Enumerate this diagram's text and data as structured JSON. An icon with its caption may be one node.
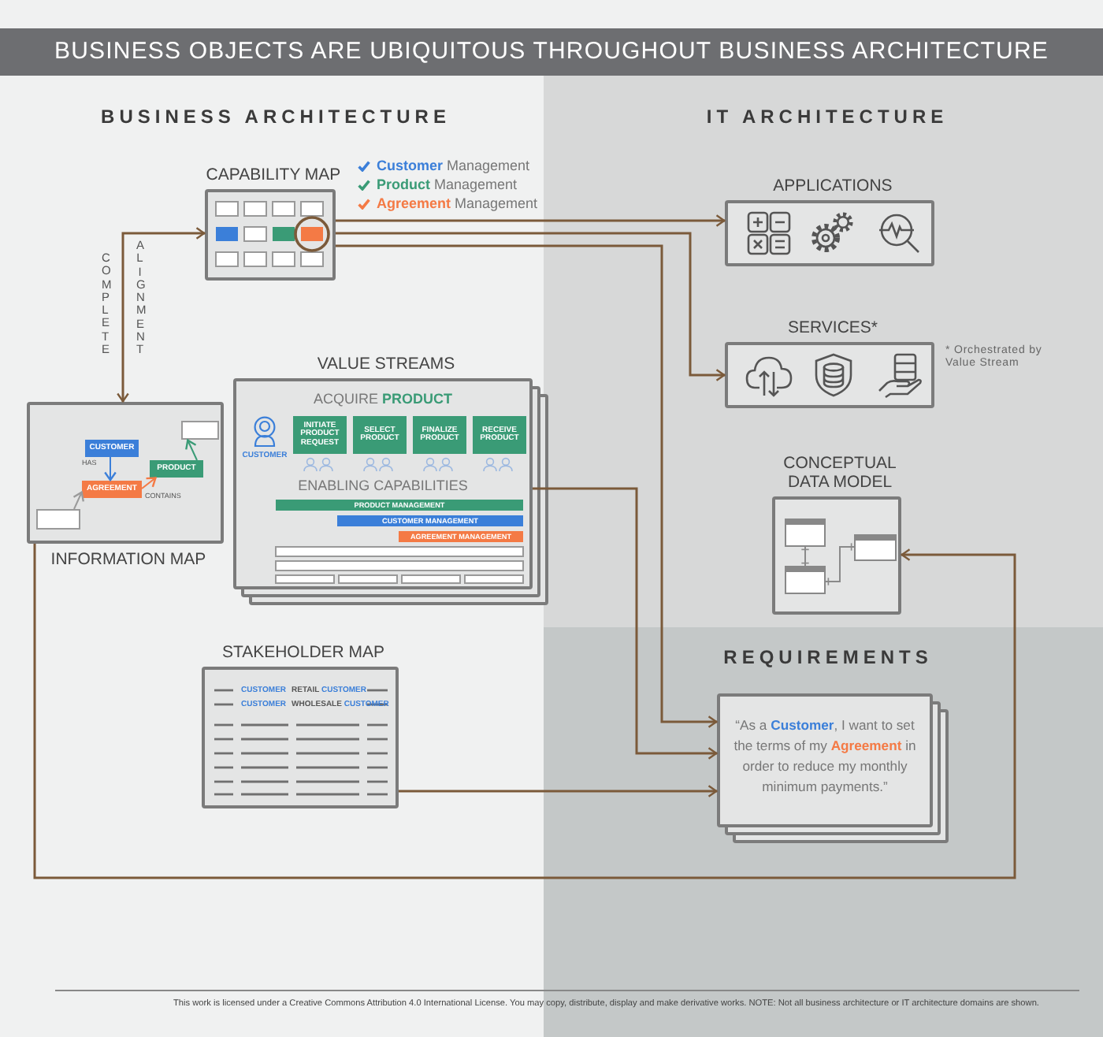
{
  "diagram": {
    "title": "BUSINESS OBJECTS ARE UBIQUITOUS THROUGHOUT BUSINESS ARCHITECTURE",
    "nodes": [
      {
        "text": [
          "CAPABILITY MAP"
        ],
        "beside": [
          "**Customer** Management",
          "**Product** Management",
          "**Agreement** Management"
        ]
      },
      {
        "text": [
          "INFORMATION MAP"
        ]
      },
      {
        "text": [
          "CUSTOMER"
        ],
        "in": 1
      },
      {
        "text": [
          "AGREEMENT"
        ],
        "in": 1
      },
      {
        "text": [
          "PRODUCT"
        ],
        "in": 1
      },
      {
        "text": [],
        "shape": "box",
        "in": 1
      },
      {
        "text": [],
        "shape": "box",
        "in": 1
      },
      {
        "text": [
          "VALUE STREAMS",
          "ACQUIRE **PRODUCT**",
          "ENABLING CAPABILITIES"
        ]
      },
      {
        "text": [
          "CUSTOMER"
        ],
        "in": 7
      },
      {
        "text": [
          "INITIATE PRODUCT REQUEST"
        ],
        "in": 7
      },
      {
        "text": [
          "SELECT PRODUCT"
        ],
        "in": 7
      },
      {
        "text": [
          "FINALIZE PRODUCT"
        ],
        "in": 7
      },
      {
        "text": [
          "RECEIVE PRODUCT"
        ],
        "in": 7
      },
      {
        "text": [
          "PRODUCT MANAGEMENT"
        ],
        "in": 7
      },
      {
        "text": [
          "CUSTOMER MANAGEMENT"
        ],
        "in": 7
      },
      {
        "text": [
          "AGREEMENT MANAGEMENT"
        ],
        "in": 7
      },
      {
        "text": [
          "STAKEHOLDER MAP",
          "CUSTOMER",
          "RETAIL **CUSTOMER**",
          "CUSTOMER",
          "WHOLESALE **CUSTOMER**"
        ]
      },
      {
        "text": [
          "APPLICATIONS"
        ]
      },
      {
        "text": [
          "SERVICES*"
        ],
        "beside": [
          "* Orchestrated by Value Stream"
        ]
      },
      {
        "text": [
          "CONCEPTUAL DATA MODEL"
        ]
      },
      {
        "text": [],
        "shape": "box",
        "in": 19
      },
      {
        "text": [],
        "shape": "box",
        "in": 19
      },
      {
        "text": [],
        "shape": "box",
        "in": 19
      },
      {
        "text": [
          "REQUIREMENTS",
          "“As a **Customer**, I want to set the terms of my **Agreement** in order to reduce my monthly minimum payments.”"
        ]
      }
    ],
    "edges": [
      {
        "from": 0,
        "to": 1,
        "arrow": "both",
        "label": "COMPLETE ALIGNMENT"
      },
      {
        "from": 0,
        "to": 17,
        "arrow": "to"
      },
      {
        "from": 0,
        "to": 18,
        "arrow": "to"
      },
      {
        "from": 0,
        "to": 23,
        "arrow": "to"
      },
      {
        "from": 7,
        "to": 23,
        "arrow": "to"
      },
      {
        "from": 16,
        "to": 23,
        "arrow": "to"
      },
      {
        "from": 1,
        "to": 19,
        "arrow": "to"
      },
      {
        "from": 2,
        "to": 3,
        "arrow": "to",
        "label": "HAS",
        "color": "#3b7fd9"
      },
      {
        "from": 3,
        "to": 4,
        "arrow": "to",
        "label": "CONTAINS",
        "color": "#f47a45"
      },
      {
        "from": 6,
        "to": 3,
        "arrow": "to",
        "color": "#9a9a9a"
      },
      {
        "from": 4,
        "to": 5,
        "arrow": "to",
        "color": "#3a9b76"
      },
      {
        "from": 20,
        "to": 21,
        "arrow": "other",
        "color": "#8a8a8a"
      },
      {
        "from": 21,
        "to": 22,
        "arrow": "other",
        "color": "#8a8a8a"
      }
    ],
    "labels": [
      "BUSINESS ARCHITECTURE",
      "IT ARCHITECTURE",
      "This work is licensed under a Creative Commons Attribution 4.0 International License. You may copy, distribute, display and make derivative works. NOTE: Not all business architecture or IT architecture domains are shown."
    ]
  }
}
